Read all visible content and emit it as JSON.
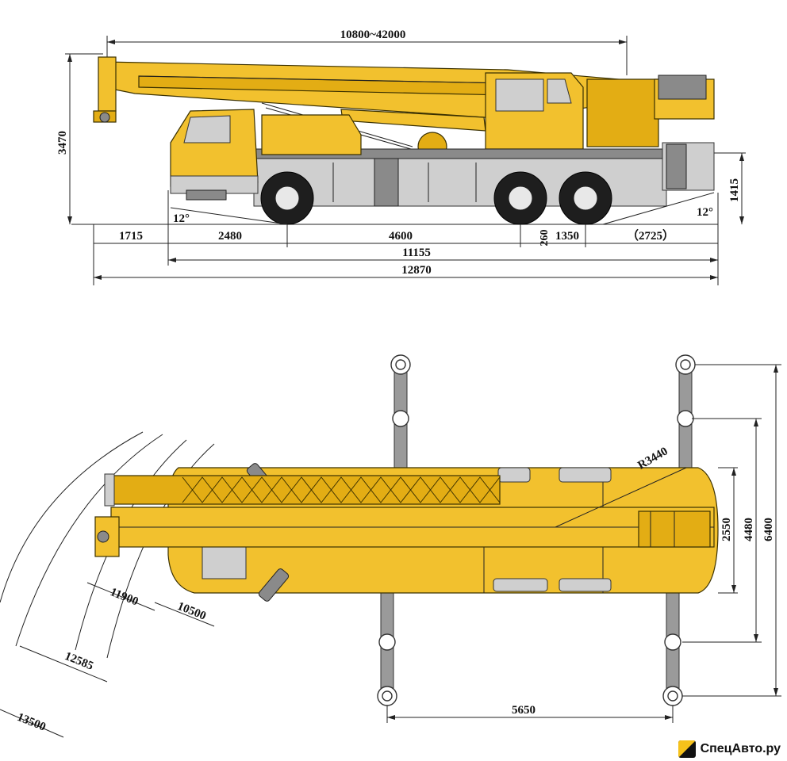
{
  "side_view": {
    "dims": {
      "boom_length": "10800~42000",
      "height": "3470",
      "front_overhang": "1715",
      "wheelbase_front": "2480",
      "wheelbase_mid": "4600",
      "wheelbase_rear": "1350",
      "rear_overhang": "（2725）",
      "chassis_length": "11155",
      "overall_length": "12870",
      "rear_height": "1415",
      "ground_clearance": "260",
      "approach_angle": "12°",
      "departure_angle": "12°"
    }
  },
  "top_view": {
    "dims": {
      "radius": "R3440",
      "width": "2550",
      "outrigger_mid": "4480",
      "outrigger_full": "6400",
      "outrigger_span": "5650",
      "swing_11900": "11900",
      "swing_10500": "10500",
      "swing_12585": "12585",
      "swing_13500": "13500"
    }
  },
  "watermark": {
    "text": "СпецАвто.ру",
    "icon": "spetsavto-logo-icon"
  },
  "colors": {
    "crane_yellow": "#f2c12e",
    "outline": "#3a3000",
    "chassis_grey": "#cfcfcf"
  }
}
